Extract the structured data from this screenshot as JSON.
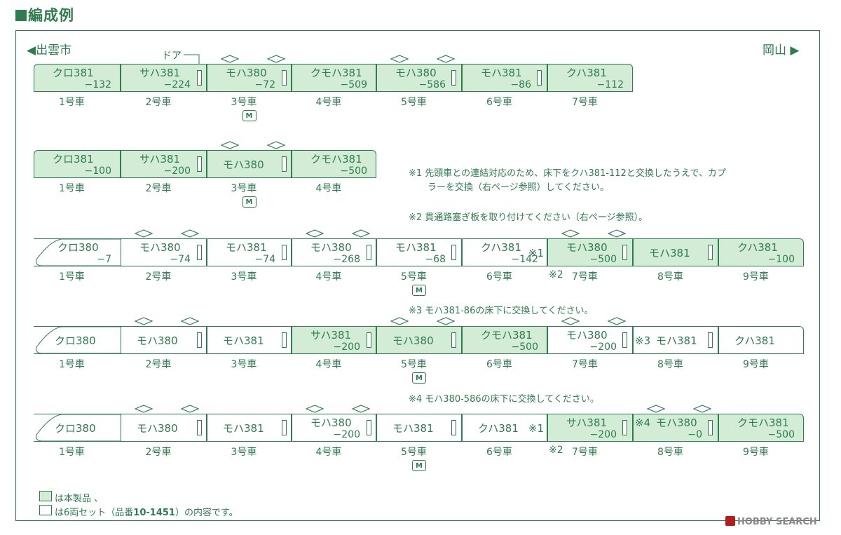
{
  "title": "編成例",
  "dir_left": "◀出雲市",
  "dir_right": "岡山 ▶",
  "door_label": "ドア",
  "motor_mark": "M",
  "rows": [
    {
      "cars": [
        {
          "name": "クロ381",
          "number": "−132",
          "green": true,
          "label": "1号車"
        },
        {
          "name": "サハ381",
          "number": "−224",
          "green": true,
          "label": "2号車"
        },
        {
          "name": "モハ380",
          "number": "−72",
          "green": true,
          "label": "3号車"
        },
        {
          "name": "クモハ381",
          "number": "−509",
          "green": true,
          "label": "4号車"
        },
        {
          "name": "モハ380",
          "number": "−586",
          "green": true,
          "label": "5号車"
        },
        {
          "name": "モハ381",
          "number": "−86",
          "green": true,
          "label": "6号車"
        },
        {
          "name": "クハ381",
          "number": "−112",
          "green": true,
          "label": "7号車"
        }
      ]
    },
    {
      "cars": [
        {
          "name": "クロ381",
          "number": "−100",
          "green": true,
          "label": "1号車"
        },
        {
          "name": "サハ381",
          "number": "−200",
          "green": true,
          "label": "2号車"
        },
        {
          "name": "モハ380",
          "number": "",
          "green": true,
          "label": "3号車"
        },
        {
          "name": "クモハ381",
          "number": "−500",
          "green": true,
          "label": "4号車"
        }
      ]
    },
    {
      "cars": [
        {
          "name": "クロ380",
          "number": "−7",
          "green": false,
          "label": "1号車"
        },
        {
          "name": "モハ380",
          "number": "−74",
          "green": false,
          "label": "2号車"
        },
        {
          "name": "モハ381",
          "number": "−74",
          "green": false,
          "label": "3号車"
        },
        {
          "name": "モハ380",
          "number": "−268",
          "green": false,
          "label": "4号車"
        },
        {
          "name": "モハ381",
          "number": "−68",
          "green": false,
          "label": "5号車"
        },
        {
          "name": "クハ381",
          "number": "−142",
          "green": false,
          "label": "6号車",
          "mark": "※1"
        },
        {
          "name": "モハ380",
          "number": "−500",
          "green": true,
          "label": "7号車",
          "pre": "※2"
        },
        {
          "name": "モハ381",
          "number": "",
          "green": true,
          "label": "8号車"
        },
        {
          "name": "クハ381",
          "number": "−100",
          "green": true,
          "label": "9号車"
        }
      ]
    },
    {
      "cars": [
        {
          "name": "クロ380",
          "number": "",
          "green": false,
          "label": "1号車"
        },
        {
          "name": "モハ380",
          "number": "",
          "green": false,
          "label": "2号車"
        },
        {
          "name": "モハ381",
          "number": "",
          "green": false,
          "label": "3号車"
        },
        {
          "name": "サハ381",
          "number": "−200",
          "green": true,
          "label": "4号車"
        },
        {
          "name": "モハ380",
          "number": "",
          "green": true,
          "label": "5号車"
        },
        {
          "name": "クモハ381",
          "number": "−500",
          "green": true,
          "label": "6号車"
        },
        {
          "name": "モハ380",
          "number": "−200",
          "green": false,
          "label": "7号車"
        },
        {
          "name": "モハ381",
          "number": "",
          "green": false,
          "label": "8号車",
          "premark": "※3"
        },
        {
          "name": "クハ381",
          "number": "",
          "green": false,
          "label": "9号車"
        }
      ]
    },
    {
      "cars": [
        {
          "name": "クロ380",
          "number": "",
          "green": false,
          "label": "1号車"
        },
        {
          "name": "モハ380",
          "number": "",
          "green": false,
          "label": "2号車"
        },
        {
          "name": "モハ381",
          "number": "",
          "green": false,
          "label": "3号車"
        },
        {
          "name": "モハ380",
          "number": "−200",
          "green": false,
          "label": "4号車"
        },
        {
          "name": "モハ381",
          "number": "",
          "green": false,
          "label": "5号車"
        },
        {
          "name": "クハ381",
          "number": "",
          "green": false,
          "label": "6号車",
          "mark": "※1"
        },
        {
          "name": "サハ381",
          "number": "−200",
          "green": true,
          "label": "7号車",
          "pre": "※2"
        },
        {
          "name": "モハ380",
          "number": "−0",
          "green": true,
          "label": "8号車",
          "premark": "※4"
        },
        {
          "name": "クモハ381",
          "number": "−500",
          "green": true,
          "label": "9号車"
        }
      ]
    }
  ],
  "notes": {
    "n1a": "※1 先頭車との連結対応のため、床下をクハ381-112と交換したうえで、カプ",
    "n1b": "ラーを交換（右ページ参照）してください。",
    "n2": "※2 貫通路塞ぎ板を取り付けてください（右ページ参照）。",
    "n3": "※3 モハ381-86の床下に交換してください。",
    "n4": "※4 モハ380-586の床下に交換してください。"
  },
  "legend": {
    "green": "は本製品 、",
    "white_pre": "は6両セット（品番",
    "white_code": "10-1451",
    "white_post": "）の内容です。"
  },
  "watermark": "HOBBY SEARCH",
  "colors": {
    "line": "#2e7d4e",
    "fill": "#d3ecd6"
  }
}
